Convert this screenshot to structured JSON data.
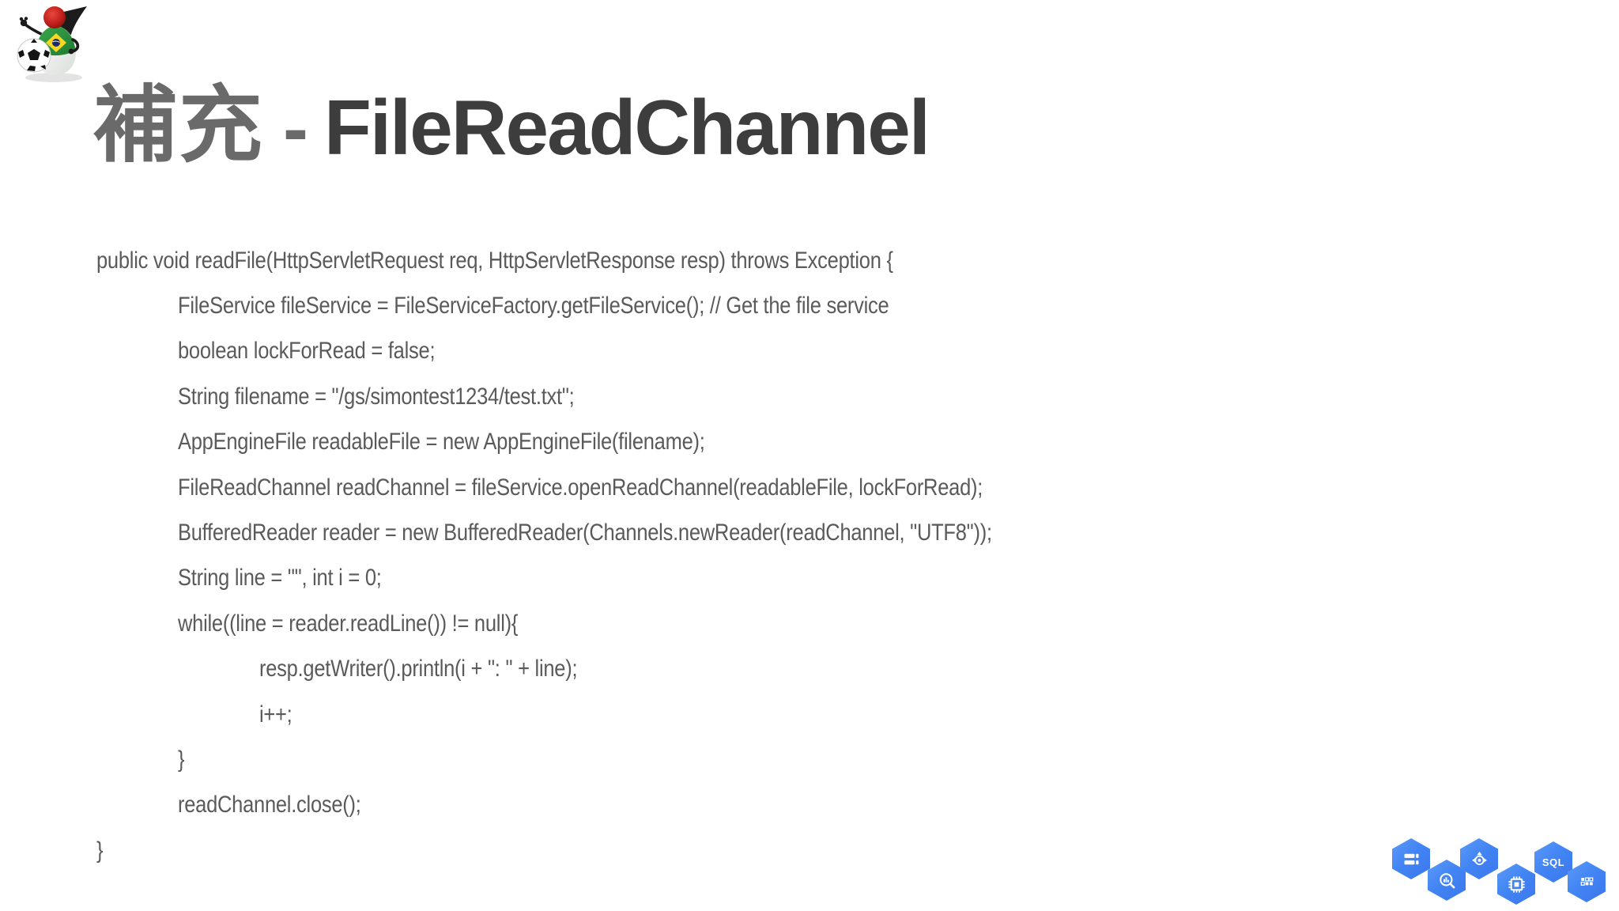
{
  "title": {
    "supplement": "補充",
    "separator": "-",
    "main": "FileReadChannel"
  },
  "logo": {
    "icon": "java-duke-soccer-mascot",
    "description": "Java Duke mascot in green Brazil jersey with soccer ball"
  },
  "code": {
    "lines": [
      {
        "indent": 0,
        "text": "public void readFile(HttpServletRequest req, HttpServletResponse resp) throws Exception {"
      },
      {
        "indent": 1,
        "text": "FileService fileService = FileServiceFactory.getFileService(); // Get the file service"
      },
      {
        "indent": 1,
        "text": "boolean lockForRead = false;"
      },
      {
        "indent": 1,
        "text": "String filename = \"/gs/simontest1234/test.txt\";"
      },
      {
        "indent": 1,
        "text": "AppEngineFile readableFile = new AppEngineFile(filename);"
      },
      {
        "indent": 1,
        "text": "FileReadChannel readChannel = fileService.openReadChannel(readableFile, lockForRead);"
      },
      {
        "indent": 1,
        "text": "BufferedReader reader = new BufferedReader(Channels.newReader(readChannel, \"UTF8\"));"
      },
      {
        "indent": 1,
        "text": "String line = \"\", int i = 0;"
      },
      {
        "indent": 1,
        "text": "while((line = reader.readLine()) != null){"
      },
      {
        "indent": 2,
        "text": "resp.getWriter().println(i + \": \" + line);"
      },
      {
        "indent": 2,
        "text": "i++;"
      },
      {
        "indent": 1,
        "text": "}"
      },
      {
        "indent": 1,
        "text": "readChannel.close();"
      },
      {
        "indent": 0,
        "text": "}"
      }
    ]
  },
  "footer_icons": {
    "accent_color": "#4285F4",
    "items": [
      {
        "icon": "gcp-cloud-storage-icon"
      },
      {
        "icon": "gcp-bigquery-icon"
      },
      {
        "icon": "gcp-app-engine-icon"
      },
      {
        "icon": "gcp-compute-engine-icon"
      },
      {
        "icon": "gcp-cloud-sql-icon",
        "label": "SQL"
      },
      {
        "icon": "gcp-cloud-datastore-icon"
      }
    ]
  },
  "colors": {
    "background": "#ffffff",
    "title_main": "#3d3d3d",
    "title_supplement": "#6a6a6a",
    "code_text": "#5a5a5a",
    "hex_blue": "#4285F4"
  }
}
